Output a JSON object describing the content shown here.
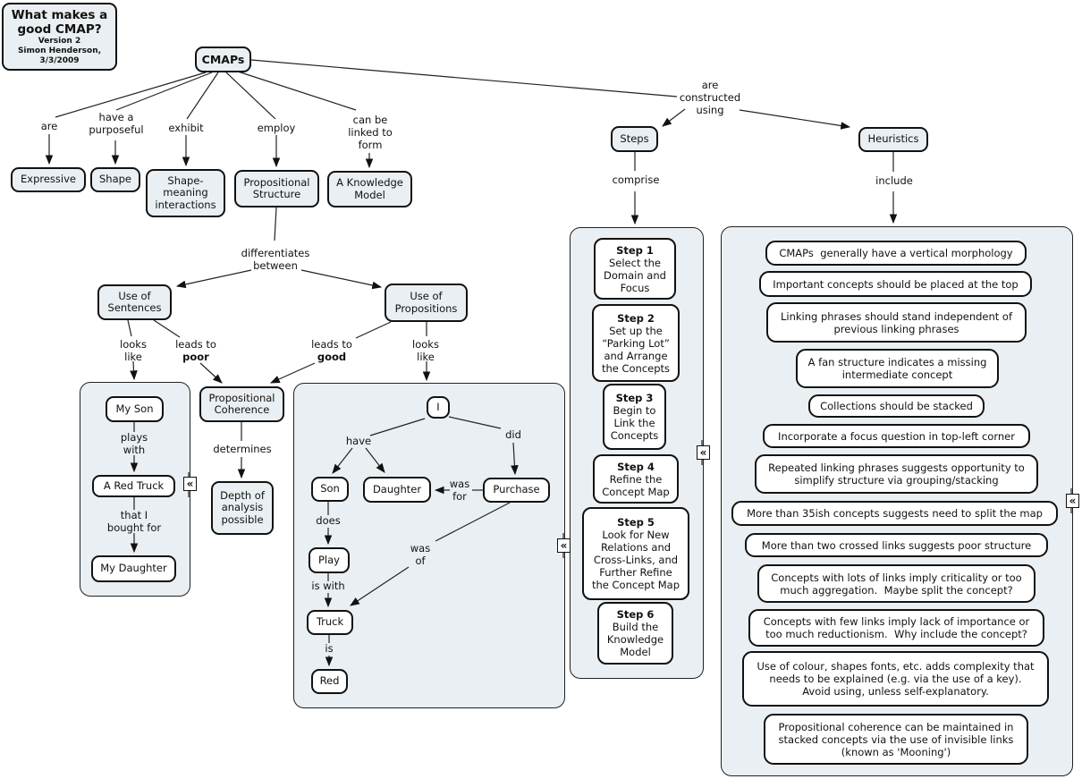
{
  "focus_question": {
    "title": "What makes a\ngood CMAP?",
    "version": "Version 2",
    "author": "Simon Henderson,",
    "date": "3/3/2009"
  },
  "nodes": {
    "cmaps": "CMAPs",
    "expressive": "Expressive",
    "shape": "Shape",
    "shape_meaning": "Shape-\nmeaning\ninteractions",
    "prop_structure": "Propositional\nStructure",
    "knowledge_model": "A Knowledge\nModel",
    "steps": "Steps",
    "heuristics": "Heuristics",
    "use_sentences": "Use of\nSentences",
    "use_propositions": "Use of\nPropositions",
    "prop_coherence": "Propositional\nCoherence",
    "depth": "Depth of\nanalysis\npossible",
    "my_son": "My Son",
    "red_truck": "A Red Truck",
    "my_daughter": "My Daughter",
    "i": "I",
    "son": "Son",
    "daughter": "Daughter",
    "purchase": "Purchase",
    "play": "Play",
    "truck": "Truck",
    "red": "Red"
  },
  "labels": {
    "are": "are",
    "have_purposeful": "have a\npurposeful",
    "exhibit": "exhibit",
    "employ": "employ",
    "can_be_linked": "can be\nlinked to\nform",
    "constructed": "are\nconstructed\nusing",
    "comprise": "comprise",
    "include": "include",
    "differentiates": "differentiates\nbetween",
    "looks_like": "looks\nlike",
    "leads_to": "leads to",
    "poor": "poor",
    "good": "good",
    "plays_with": "plays\nwith",
    "that_i": "that I\nbought for",
    "determines": "determines",
    "have": "have",
    "did": "did",
    "was_for": "was\nfor",
    "does": "does",
    "was_of": "was\nof",
    "is_with": "is with",
    "is": "is"
  },
  "steps": [
    {
      "title": "Step 1",
      "body": "Select the\nDomain and\nFocus"
    },
    {
      "title": "Step 2",
      "body": "Set up the\n“Parking Lot”\nand Arrange\nthe Concepts"
    },
    {
      "title": "Step 3",
      "body": "Begin to\nLink the\nConcepts"
    },
    {
      "title": "Step 4",
      "body": "Refine the\nConcept Map"
    },
    {
      "title": "Step 5",
      "body": "Look for New\nRelations and\nCross-Links, and\nFurther Refine\nthe Concept Map"
    },
    {
      "title": "Step 6",
      "body": "Build the\nKnowledge\nModel"
    }
  ],
  "heuristics": [
    "CMAPs  generally have a vertical morphology",
    "Important concepts should be placed at the top",
    "Linking phrases should stand independent of\nprevious linking phrases",
    "A fan structure indicates a missing\nintermediate concept",
    "Collections should be stacked",
    "Incorporate a focus question in top-left corner",
    "Repeated linking phrases suggests opportunity to\nsimplify structure via grouping/stacking",
    "More than 35ish concepts suggests need to split the map",
    "More than two crossed links suggests poor structure",
    "Concepts with lots of links imply criticality or too\nmuch aggregation.  Maybe split the concept?",
    "Concepts with few links imply lack of importance or\ntoo much reductionism.  Why include the concept?",
    "Use of colour, shapes fonts, etc. adds complexity that\nneeds to be explained (e.g. via the use of a key).\nAvoid using, unless self-explanatory.",
    "Propositional coherence can be maintained in\nstacked concepts via the use of invisible links\n(known as 'Mooning')"
  ],
  "icons": {
    "collapse": "«"
  },
  "colors": {
    "node_fill": "#e9eff2",
    "box_fill": "#ffffff",
    "border": "#111111",
    "line": "#222222"
  }
}
